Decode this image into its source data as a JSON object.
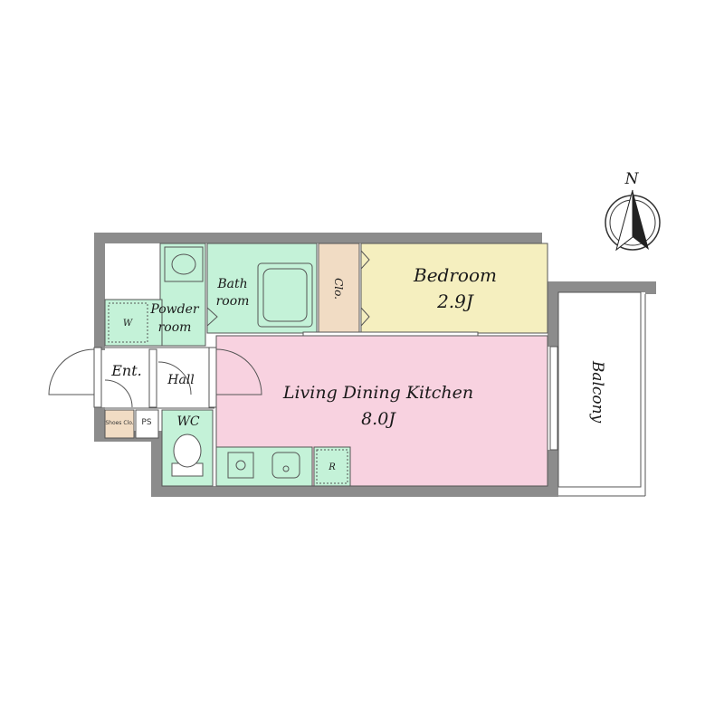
{
  "compass": {
    "letter": "N"
  },
  "rooms": {
    "bedroom": {
      "name": "Bedroom",
      "size": "2.9J",
      "color": "#f5efbf"
    },
    "ldk": {
      "name": "Living Dining Kitchen",
      "size": "8.0J",
      "color": "#f8d2e0"
    },
    "bath": {
      "name_line1": "Bath",
      "name_line2": "room",
      "color": "#c4f2d8"
    },
    "powder": {
      "name_line1": "Powder",
      "name_line2": "room",
      "color": "#c4f2d8"
    },
    "closet": {
      "name": "Clo.",
      "color": "#f1dcc4"
    },
    "entrance": {
      "name": "Ent."
    },
    "hall": {
      "name": "Hall"
    },
    "wc": {
      "name": "WC",
      "color": "#c4f2d8"
    },
    "shoes": {
      "name": "Shoes Clo.",
      "color": "#f1dcc4"
    },
    "ps": {
      "name": "PS"
    },
    "balcony": {
      "name": "Balcony"
    }
  },
  "fixtures": {
    "washer": "W",
    "refrigerator": "R"
  },
  "colors": {
    "wall": "#8c8c8c",
    "wet_area": "#c4f2d8",
    "line": "#555555"
  }
}
